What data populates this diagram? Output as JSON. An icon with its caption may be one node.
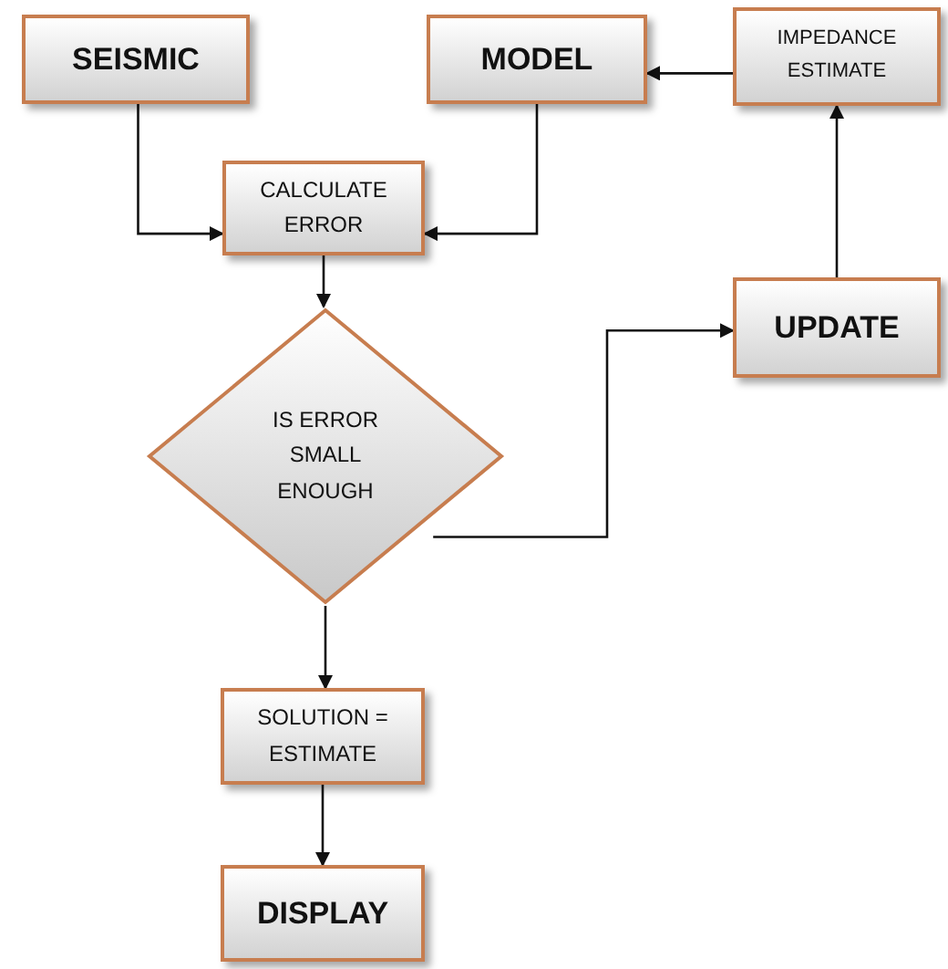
{
  "diagram": {
    "nodes": [
      {
        "text": [
          "SEISMIC"
        ]
      },
      {
        "text": [
          "MODEL"
        ]
      },
      {
        "text": [
          "IMPEDANCE ESTIMATE"
        ]
      },
      {
        "text": [
          "CALCULATE ERROR"
        ]
      },
      {
        "text": [
          "IS ERROR SMALL ENOUGH"
        ]
      },
      {
        "text": [
          "UPDATE"
        ]
      },
      {
        "text": [
          "SOLUTION = ESTIMATE"
        ]
      },
      {
        "text": [
          "DISPLAY"
        ]
      }
    ],
    "edges": [
      {
        "from": 0,
        "to": 3,
        "arrow": "to"
      },
      {
        "from": 1,
        "to": 3,
        "arrow": "to"
      },
      {
        "from": 3,
        "to": 4,
        "arrow": "to"
      },
      {
        "from": 4,
        "to": 5,
        "arrow": "to"
      },
      {
        "from": 5,
        "to": 2,
        "arrow": "to"
      },
      {
        "from": 2,
        "to": 1,
        "arrow": "to"
      },
      {
        "from": 4,
        "to": 6,
        "arrow": "to"
      },
      {
        "from": 6,
        "to": 7,
        "arrow": "to"
      }
    ]
  }
}
